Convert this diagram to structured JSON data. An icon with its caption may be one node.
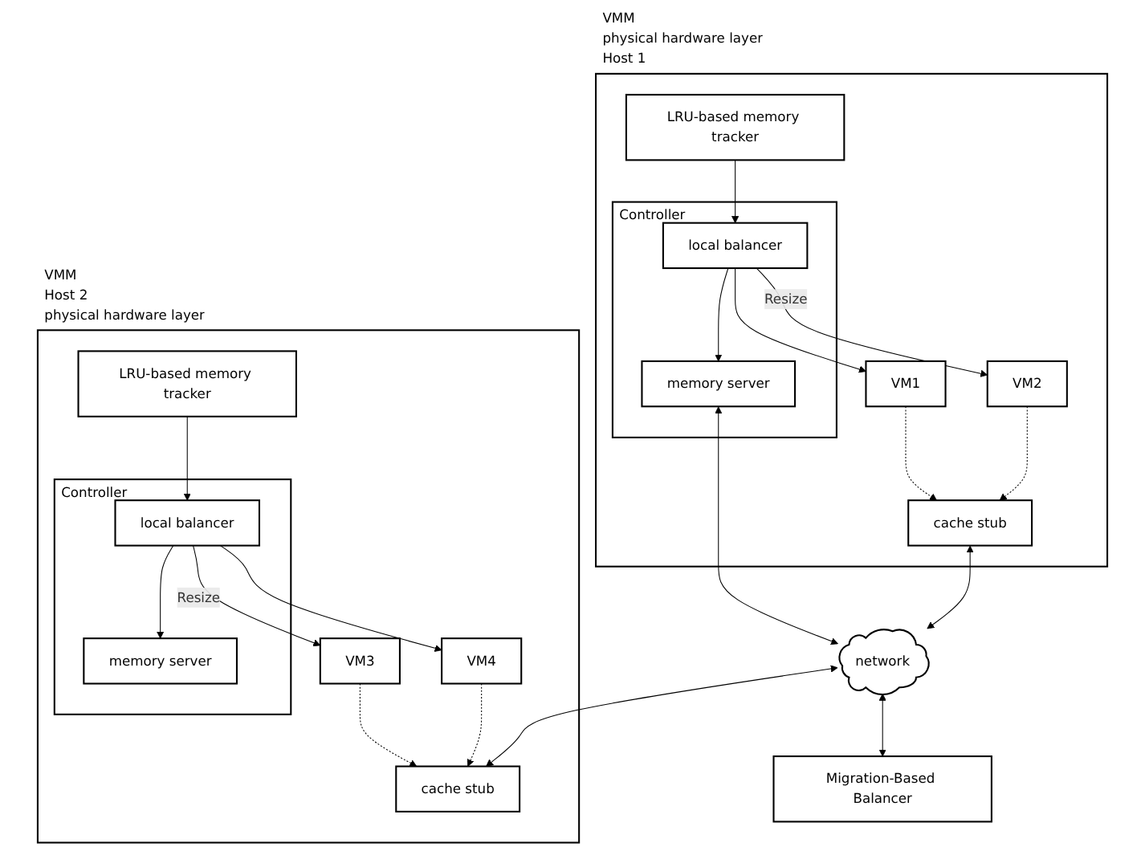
{
  "diagram": {
    "nodes": [
      {
        "text": [
          "VMM",
          "physical hardware layer",
          "Host 1"
        ]
      },
      {
        "text": [
          "Controller"
        ],
        "in": 0
      },
      {
        "text": [
          "memory server"
        ],
        "in": 1
      },
      {
        "text": [
          "local balancer"
        ],
        "in": 1
      },
      {
        "text": [
          "VM1"
        ],
        "in": 0
      },
      {
        "text": [
          "VM2"
        ],
        "in": 0
      },
      {
        "text": [
          "LRU-based memory tracker"
        ],
        "in": 0
      },
      {
        "text": [
          "cache stub"
        ],
        "in": 0
      },
      {
        "text": [
          "network"
        ]
      },
      {
        "text": [
          "VMM",
          "Host 2",
          "physical hardware layer"
        ]
      },
      {
        "text": [
          "Controller"
        ],
        "in": 9
      },
      {
        "text": [
          "local balancer"
        ],
        "in": 10
      },
      {
        "text": [
          "memory server"
        ],
        "in": 10
      },
      {
        "text": [
          "VM3"
        ],
        "in": 9
      },
      {
        "text": [
          "VM4"
        ],
        "in": 9
      },
      {
        "text": [
          "cache stub"
        ],
        "in": 9
      },
      {
        "text": [
          "LRU-based memory tracker"
        ],
        "in": 9
      },
      {
        "text": [
          "Migration-Based Balancer"
        ]
      }
    ],
    "edges": [
      {
        "from": 3,
        "to": 2,
        "arrow": "to"
      },
      {
        "from": 3,
        "to": 4,
        "arrow": "to"
      },
      {
        "from": 3,
        "to": 5,
        "arrow": "to",
        "label": "Resize"
      },
      {
        "from": 4,
        "to": 7,
        "arrow": "to",
        "style": "dashed"
      },
      {
        "from": 5,
        "to": 7,
        "arrow": "to",
        "style": "dashed"
      },
      {
        "from": 6,
        "to": 3,
        "arrow": "to"
      },
      {
        "from": 2,
        "to": 8,
        "arrow": "both"
      },
      {
        "from": 7,
        "to": 8,
        "arrow": "both"
      },
      {
        "from": 8,
        "to": 15,
        "arrow": "both"
      },
      {
        "from": 11,
        "to": 12,
        "arrow": "to"
      },
      {
        "from": 11,
        "to": 13,
        "arrow": "to",
        "label": "Resize"
      },
      {
        "from": 11,
        "to": 14,
        "arrow": "to"
      },
      {
        "from": 13,
        "to": 15,
        "arrow": "to",
        "style": "dashed"
      },
      {
        "from": 14,
        "to": 15,
        "arrow": "to",
        "style": "dashed"
      },
      {
        "from": 16,
        "to": 11,
        "arrow": "to"
      },
      {
        "from": 8,
        "to": 17,
        "arrow": "both"
      }
    ]
  }
}
